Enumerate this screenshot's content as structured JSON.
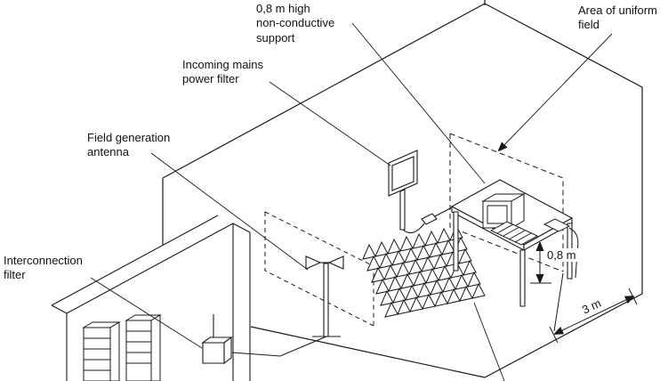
{
  "labels": {
    "support": {
      "l1": "0,8 m high",
      "l2": "non-conductive",
      "l3": "support"
    },
    "uniform_field": {
      "l1": "Area of uniform",
      "l2": "field"
    },
    "mains_filter": {
      "l1": "Incoming mains",
      "l2": "power filter"
    },
    "antenna": {
      "l1": "Field generation",
      "l2": "antenna"
    },
    "interconnection_filter": {
      "l1": "Interconnection",
      "l2": "filter"
    },
    "dim_height": "0,8 m",
    "dim_distance": "3 m"
  },
  "colors": {
    "ink": "#1a1a1a",
    "background": "#ffffff"
  }
}
